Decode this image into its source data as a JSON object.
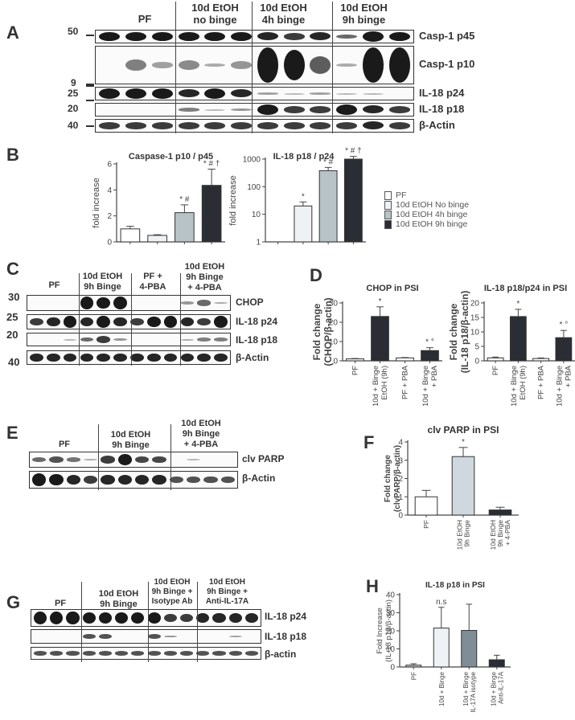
{
  "panels": {
    "A": {
      "label": "A",
      "groups": [
        "PF",
        "10d EtOH\nno binge",
        "10d EtOH\n4h binge",
        "10d EtOH\n9h binge"
      ],
      "rows": [
        "Casp-1 p45",
        "Casp-1 p10",
        "IL-18 p24",
        "IL-18 p18",
        "β-Actin"
      ],
      "mw_markers": [
        "50",
        "9",
        "25",
        "20",
        "40"
      ]
    },
    "B": {
      "label": "B",
      "legend": [
        "PF",
        "10d EtOH No binge",
        "10d EtOH 4h binge",
        "10d EtOH 9h binge"
      ]
    },
    "C": {
      "label": "C",
      "groups": [
        "PF",
        "10d EtOH\n9h Binge",
        "PF +\n4-PBA",
        "10d EtOH\n9h Binge\n+ 4-PBA"
      ],
      "rows": [
        "CHOP",
        "IL-18 p24",
        "IL-18 p18",
        "β-Actin"
      ],
      "mw_markers": [
        "30",
        "25",
        "20",
        "40"
      ]
    },
    "D": {
      "label": "D"
    },
    "E": {
      "label": "E",
      "groups": [
        "PF",
        "10d EtOH\n9h Binge",
        "10d EtOH\n9h Binge\n+ 4-PBA"
      ],
      "rows": [
        "clv PARP",
        "β-Actin"
      ]
    },
    "F": {
      "label": "F"
    },
    "G": {
      "label": "G",
      "groups": [
        "PF",
        "10d EtOH\n9h Binge",
        "10d EtOH\n9h Binge +\nIsotype Ab",
        "10d EtOH\n9h Binge +\nAnti-IL-17A"
      ],
      "rows": [
        "IL-18 p24",
        "IL-18 p18",
        "β-actin"
      ]
    },
    "H": {
      "label": "H"
    }
  },
  "chart_data": [
    {
      "id": "B-left",
      "type": "bar",
      "title": "Caspase-1 p10 / p45",
      "ylabel": "fold increase",
      "xlabel": "",
      "ylim": [
        0,
        6
      ],
      "yticks": [
        0,
        2,
        4,
        6
      ],
      "categories": [
        "PF",
        "10d EtOH No binge",
        "10d EtOH 4h binge",
        "10d EtOH 9h binge"
      ],
      "values": [
        1.0,
        0.5,
        2.25,
        4.35
      ],
      "errors": [
        0.2,
        0.05,
        0.6,
        1.25
      ],
      "annotations": [
        "",
        "",
        "* #",
        "* # †"
      ],
      "colors": [
        "#ffffff",
        "#eef2f4",
        "#b8c3c8",
        "#2a2d33"
      ]
    },
    {
      "id": "B-right",
      "type": "bar",
      "title": "IL-18 p18 / p24",
      "ylabel": "fold increase",
      "xlabel": "",
      "yscale": "log",
      "ylim": [
        1,
        1000
      ],
      "yticks": [
        1,
        10,
        100,
        1000
      ],
      "categories": [
        "PF",
        "10d EtOH No binge",
        "10d EtOH 4h binge",
        "10d EtOH 9h binge"
      ],
      "values": [
        1,
        20,
        380,
        1000
      ],
      "errors": [
        0,
        8,
        120,
        250
      ],
      "annotations": [
        "",
        "*",
        "* #",
        "* # †"
      ],
      "colors": [
        "#ffffff",
        "#eef2f4",
        "#b8c3c8",
        "#2a2d33"
      ]
    },
    {
      "id": "D-left",
      "type": "bar",
      "title": "CHOP in PSI",
      "ylabel": "Fold change (CHOP/β-actin)",
      "ylim": [
        0,
        30
      ],
      "yticks": [
        0,
        10,
        20,
        30
      ],
      "categories": [
        "PF",
        "10d + Binge EtOH (9h)",
        "PF + PBA",
        "10d + Binge + PBA"
      ],
      "values": [
        1.0,
        23.0,
        1.5,
        5.3
      ],
      "errors": [
        0.2,
        5.0,
        0.2,
        1.5
      ],
      "annotations": [
        "",
        "*",
        "",
        "* °"
      ],
      "colors": [
        "#ffffff",
        "#2a2d33",
        "#ffffff",
        "#2a2d33"
      ]
    },
    {
      "id": "D-right",
      "type": "bar",
      "title": "IL-18 p18/p24 in PSI",
      "ylabel": "Fold change (IL-18 p18/β-actin)",
      "ylim": [
        0,
        20
      ],
      "yticks": [
        0,
        5,
        10,
        15,
        20
      ],
      "categories": [
        "PF",
        "10d + Binge EtOH (9h)",
        "PF + PBA",
        "10d + Binge + PBA"
      ],
      "values": [
        1.0,
        15.3,
        0.8,
        8.0
      ],
      "errors": [
        0.3,
        2.5,
        0.2,
        2.5
      ],
      "annotations": [
        "",
        "*",
        "",
        "* °"
      ],
      "colors": [
        "#ffffff",
        "#2a2d33",
        "#ffffff",
        "#2a2d33"
      ]
    },
    {
      "id": "F",
      "type": "bar",
      "title": "clv PARP in PSI",
      "ylabel": "Fold change (clvPARP/β-actin)",
      "ylim": [
        0,
        4
      ],
      "yticks": [
        0,
        1,
        2,
        3,
        4
      ],
      "categories": [
        "PF",
        "10d EtOH 9h Binge",
        "10d EtOH 9h Binge + 4-PBA"
      ],
      "values": [
        1.0,
        3.2,
        0.28
      ],
      "errors": [
        0.35,
        0.5,
        0.15
      ],
      "annotations": [
        "",
        "*",
        ""
      ],
      "colors": [
        "#ffffff",
        "#cfd8df",
        "#2a2d33"
      ]
    },
    {
      "id": "H",
      "type": "bar",
      "title": "IL-18 p18 in PSI",
      "ylabel": "Fold Increase (IL-18 p18/β-actin)",
      "ylim": [
        0,
        40
      ],
      "yticks": [
        0,
        10,
        20,
        30,
        40
      ],
      "categories": [
        "PF",
        "10d + Binge",
        "10d + Binge IL-17A isotype",
        "10d + Binge Anti-IL-17A"
      ],
      "values": [
        1.0,
        21.5,
        20.2,
        4.0
      ],
      "errors": [
        0.8,
        11.5,
        14.5,
        2.5
      ],
      "annotations": [
        "",
        "n.s",
        "",
        ""
      ],
      "colors": [
        "#c8c8c8",
        "#eef2f4",
        "#7f8d96",
        "#2a2d33"
      ]
    }
  ]
}
